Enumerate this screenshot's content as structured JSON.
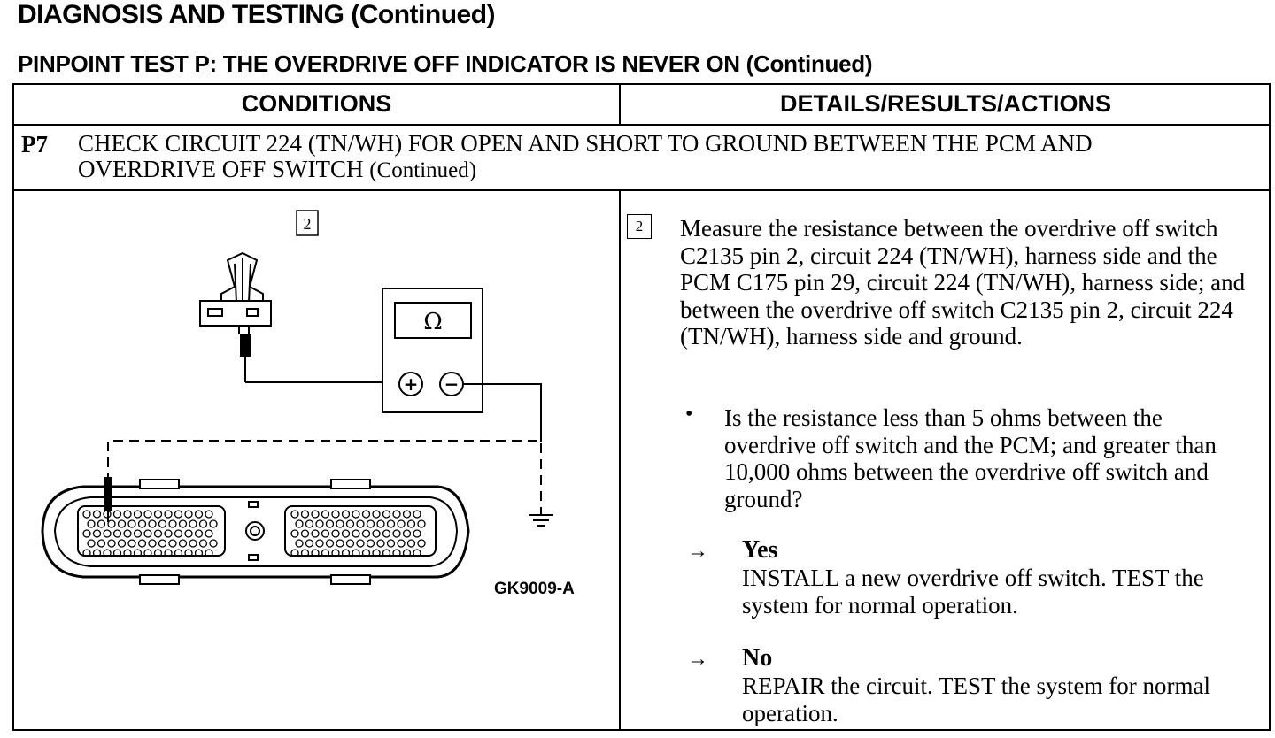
{
  "page_title": "DIAGNOSIS AND TESTING (Continued)",
  "test_title": "PINPOINT TEST P: THE OVERDRIVE OFF INDICATOR IS NEVER ON (Continued)",
  "table": {
    "col_conditions": "CONDITIONS",
    "col_actions": "DETAILS/RESULTS/ACTIONS"
  },
  "step": {
    "id": "P7",
    "title": "CHECK CIRCUIT 224 (TN/WH) FOR OPEN AND SHORT TO GROUND BETWEEN THE PCM AND OVERDRIVE OFF SWITCH",
    "title_suffix": "(Continued)"
  },
  "diagram": {
    "callout": "2",
    "meter_symbol": "Ω",
    "figure_id": "GK9009-A",
    "plus": "+",
    "minus": "−"
  },
  "details": {
    "callout": "2",
    "instruction": "Measure the resistance between the overdrive off switch C2135 pin 2, circuit 224 (TN/WH), harness side and the PCM C175 pin 29, circuit 224 (TN/WH), harness side; and between the overdrive off switch C2135 pin 2, circuit 224 (TN/WH), harness side and ground.",
    "bullet": "•",
    "question": "Is the resistance less than 5 ohms between the overdrive off switch and the PCM; and greater than 10,000 ohms between the overdrive off switch and ground?",
    "arrow": "→",
    "yes_label": "Yes",
    "yes_action": "INSTALL a new overdrive off switch. TEST the system for normal operation.",
    "no_label": "No",
    "no_action": "REPAIR the circuit. TEST the system for normal operation."
  }
}
